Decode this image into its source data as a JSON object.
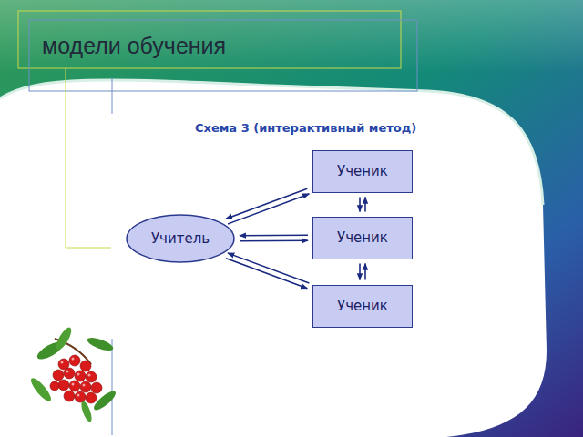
{
  "diagram": {
    "title": "модели обучения",
    "nodes": [
      {
        "text": [
          "Учитель"
        ]
      },
      {
        "text": [
          "Ученик"
        ]
      },
      {
        "text": [
          "Ученик"
        ]
      },
      {
        "text": [
          "Ученик"
        ]
      }
    ],
    "edges": [
      {
        "from": 0,
        "to": 1,
        "arrow": "both"
      },
      {
        "from": 0,
        "to": 2,
        "arrow": "both"
      },
      {
        "from": 0,
        "to": 3,
        "arrow": "both"
      },
      {
        "from": 1,
        "to": 2,
        "arrow": "both"
      },
      {
        "from": 2,
        "to": 3,
        "arrow": "both"
      }
    ],
    "labels": [
      "Схема 3 (интерактивный метод)"
    ]
  }
}
